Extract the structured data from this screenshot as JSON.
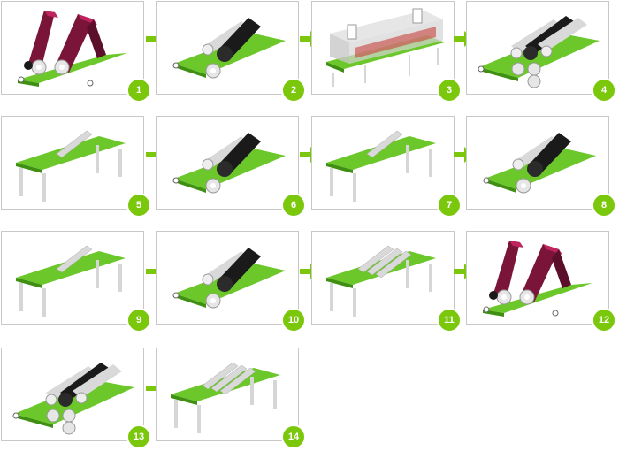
{
  "steps": [
    {
      "number": "1",
      "scene": "laminate-press"
    },
    {
      "number": "2",
      "scene": "conveyor-roller-single"
    },
    {
      "number": "3",
      "scene": "coating-station"
    },
    {
      "number": "4",
      "scene": "conveyor-roller-stack"
    },
    {
      "number": "5",
      "scene": "table-single-strip"
    },
    {
      "number": "6",
      "scene": "conveyor-roller-single"
    },
    {
      "number": "7",
      "scene": "table-single-strip"
    },
    {
      "number": "8",
      "scene": "conveyor-roller-single"
    },
    {
      "number": "9",
      "scene": "table-single-strip"
    },
    {
      "number": "10",
      "scene": "conveyor-roller-single"
    },
    {
      "number": "11",
      "scene": "table-triple-strip"
    },
    {
      "number": "12",
      "scene": "laminate-press"
    },
    {
      "number": "13",
      "scene": "conveyor-roller-stack"
    },
    {
      "number": "14",
      "scene": "table-triple-strip"
    }
  ],
  "colors": {
    "belt": "#6cc82a",
    "belt_dark": "#3f8f12",
    "badge": "#7ac70c",
    "arrow": "#7ac70c",
    "roller_dark": "#1a1a1a",
    "roller_light": "#d9d9d9",
    "laminate": "#7a1438",
    "table_leg": "#d6d6d6"
  }
}
